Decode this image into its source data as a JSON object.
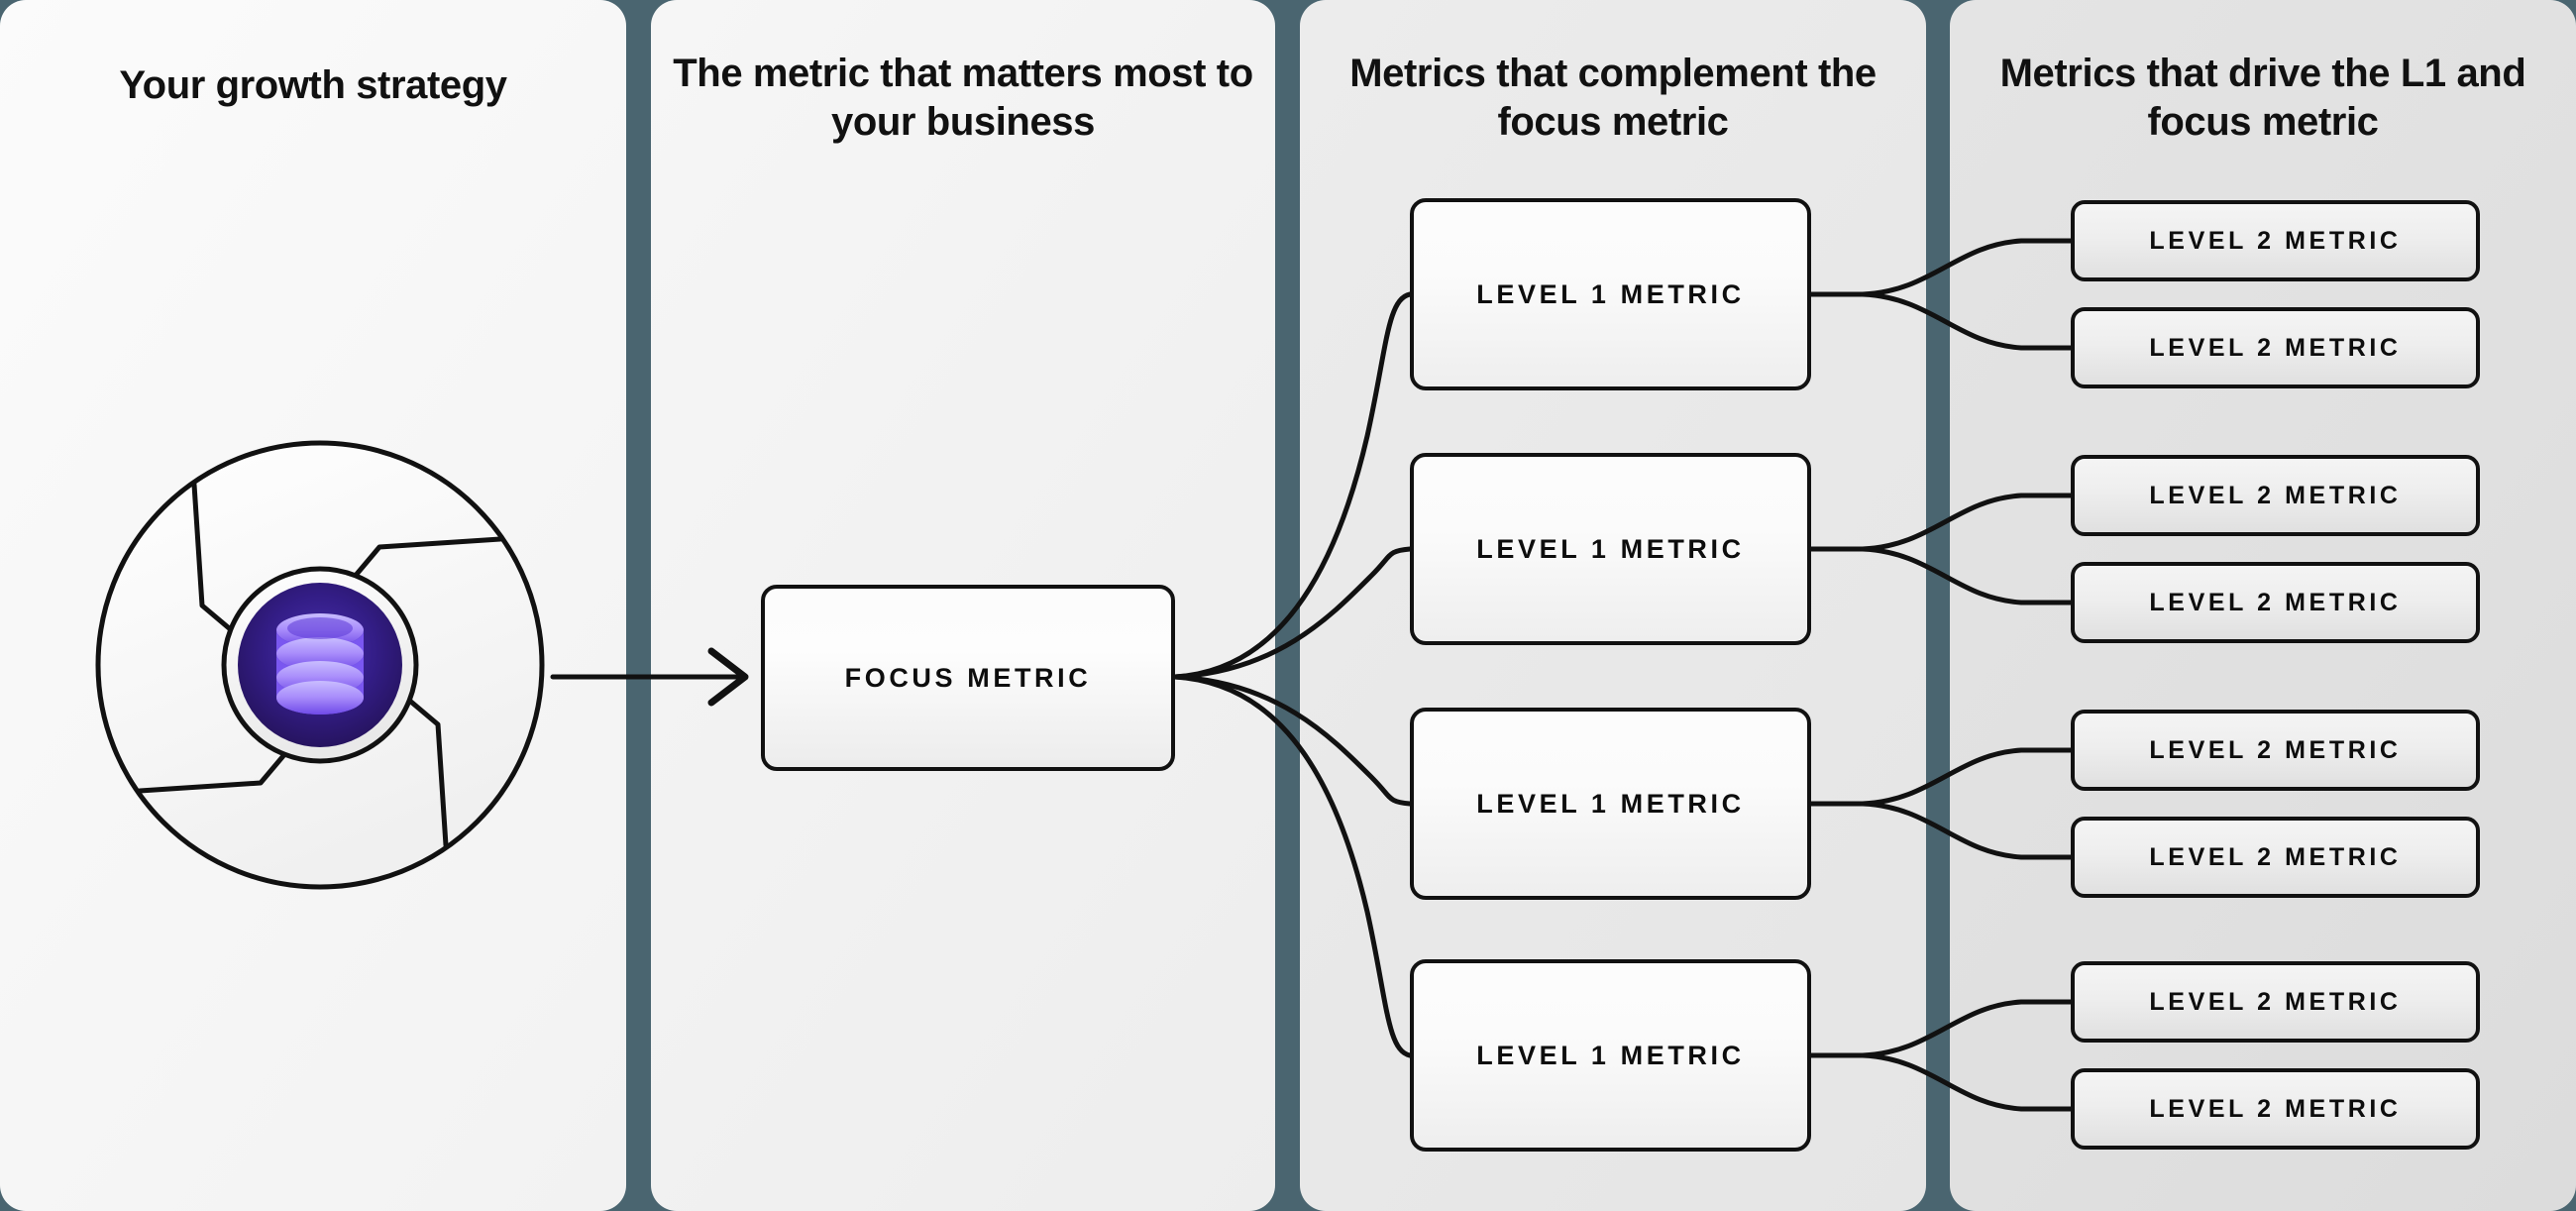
{
  "theme": {
    "divider_color": "#4a6570",
    "node_border": "#111111",
    "accent_purple": "#6b4bf0",
    "core_dark": "#2a1766",
    "text_color": "#111111"
  },
  "columns": [
    {
      "id": "growth-strategy",
      "title": "Your growth strategy"
    },
    {
      "id": "focus-metric",
      "title": "The metric that matters most to your business"
    },
    {
      "id": "level-1",
      "title": "Metrics that complement the focus metric"
    },
    {
      "id": "level-2",
      "title": "Metrics that drive the L1 and focus metric"
    }
  ],
  "logo": {
    "name": "aperture-database-logo",
    "icon": "database-icon",
    "blades": 4
  },
  "focus_node": {
    "label": "FOCUS METRIC"
  },
  "level1_nodes": [
    {
      "label": "LEVEL 1 METRIC"
    },
    {
      "label": "LEVEL 1 METRIC"
    },
    {
      "label": "LEVEL 1 METRIC"
    },
    {
      "label": "LEVEL 1 METRIC"
    }
  ],
  "level2_nodes": [
    {
      "label": "LEVEL 2 METRIC"
    },
    {
      "label": "LEVEL 2 METRIC"
    },
    {
      "label": "LEVEL 2 METRIC"
    },
    {
      "label": "LEVEL 2 METRIC"
    },
    {
      "label": "LEVEL 2 METRIC"
    },
    {
      "label": "LEVEL 2 METRIC"
    },
    {
      "label": "LEVEL 2 METRIC"
    },
    {
      "label": "LEVEL 2 METRIC"
    }
  ],
  "connectors": {
    "logo_to_focus": "arrow-right",
    "focus_to_level1": "curved-fan",
    "level1_to_level2": "curved-fork"
  }
}
